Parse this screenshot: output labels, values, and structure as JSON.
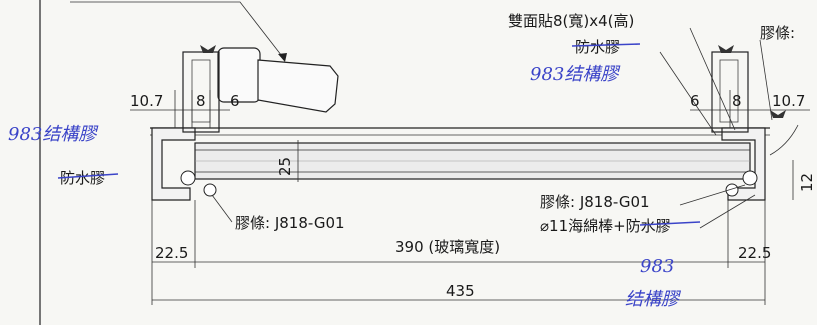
{
  "labels": {
    "tape_top": "雙面貼8(寬)x4(高)",
    "gasket_right_top": "膠條:",
    "waterproof_right": "防水膠",
    "waterproof_left": "防水膠",
    "gasket_left_bottom": "膠條: J818-G01",
    "gasket_right_bottom": "膠條: J818-G01",
    "foam_rod": "⌀11海綿棒+防水膠"
  },
  "dimensions": {
    "left_10_7": "10.7",
    "left_8": "8",
    "left_6": "6",
    "right_6": "6",
    "right_8": "8",
    "right_10_7": "10.7",
    "vertical_25": "25",
    "vertical_12": "12",
    "left_22_5": "22.5",
    "glass_width": "390 (玻璃寬度)",
    "right_22_5": "22.5",
    "total_435": "435"
  },
  "handwritten": {
    "note_top_right": "983结構膠",
    "note_left": "983结構膠",
    "note_bottom_right_1": "983",
    "note_bottom_right_2": "结構膠"
  }
}
